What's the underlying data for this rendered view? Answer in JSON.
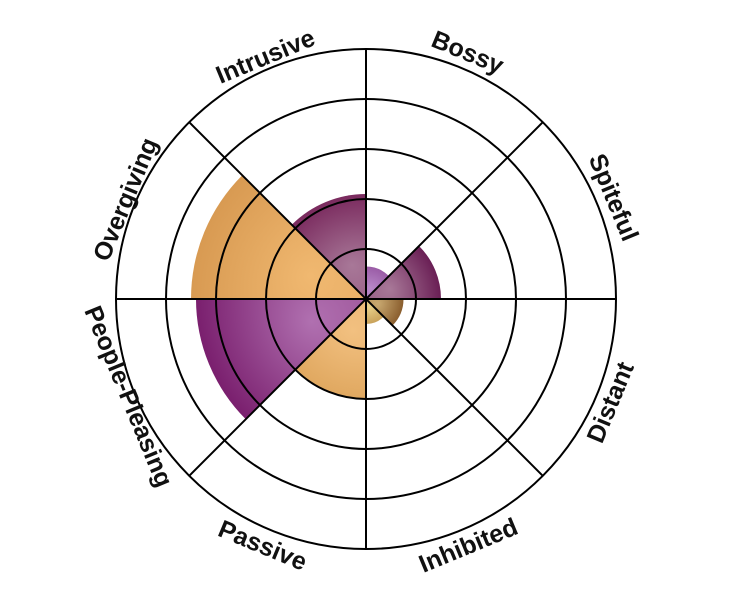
{
  "chart_data": {
    "type": "polar-area",
    "categories": [
      "Bossy",
      "Spiteful",
      "Distant",
      "Inhibited",
      "Passive",
      "People-Pleasing",
      "Overgiving",
      "Intrusive"
    ],
    "values": [
      0.65,
      1.5,
      0.75,
      0.5,
      2.0,
      3.4,
      3.5,
      2.1
    ],
    "rmax": 5,
    "ring_count": 5,
    "grid": true,
    "legend": "none",
    "colors": [
      "#9a5ca6",
      "#6a1f55",
      "#8a5e2e",
      "#c9a25a",
      "#e0a860",
      "#7a1f6e",
      "#d89a52",
      "#7a2a5e"
    ],
    "highlight_colors": [
      "#b888c8",
      "#a87898",
      "#c8a870",
      "#e8d08a",
      "#f2c080",
      "#b070b0",
      "#f0b870",
      "#a87898"
    ]
  }
}
